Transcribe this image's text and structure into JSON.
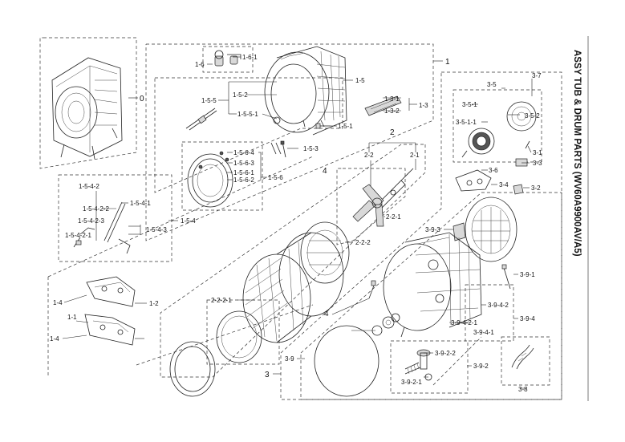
{
  "title": "ASSY TUB & DRUM PARTS (WV60A9900AV/A5)",
  "labels": {
    "l0": "0",
    "l1": "1",
    "l1_6": "1-6",
    "l1_6_1": "1-6-1",
    "l1_5": "1-5",
    "l1_5_5": "1-5-5",
    "l1_5_2": "1-5-2",
    "l1_5_5_1": "1-5-5-1",
    "l1_3_1": "1-3-1",
    "l1_3_2": "1-3-2",
    "l1_3": "1-3",
    "l1_5_1": "1-5-1",
    "l1_5_3": "1-5-3",
    "l4a": "4",
    "l1_5_6_4": "1-5-6-4",
    "l1_5_6_3": "1-5-6-3",
    "l1_5_6_1": "1-5-6-1",
    "l1_5_6_2": "1-5-6-2",
    "l1_5_6": "1-5-6",
    "l1_5_4_2": "1-5-4-2",
    "l1_5_4_2_2": "1-5-4-2-2",
    "l1_5_4_1": "1-5-4-1",
    "l1_5_4_2_3": "1-5-4-2-3",
    "l1_5_4_2_1": "1-5-4-2-1",
    "l1_5_4_3": "1-5-4-3",
    "l1_5_4": "1-5-4",
    "l1_4a": "1-4",
    "l1_2": "1-2",
    "l1_1": "1-1",
    "l1_4b": "1-4",
    "l2": "2",
    "l2_2": "2-2",
    "l2_1": "2-1",
    "l2_2_1": "2-2-1",
    "l2_2_2": "2-2-2",
    "l2_2_2_1": "2-2-2-1",
    "l3": "3",
    "l3_9": "3-9",
    "l3_5": "3-5",
    "l3_7": "3-7",
    "l3_5_1": "3-5-1",
    "l3_5_1_1": "3-5-1-1",
    "l3_5_2": "3-5-2",
    "l3_1": "3-1",
    "l3_3": "3-3",
    "l3_6": "3-6",
    "l3_4": "3-4",
    "l3_2": "3-2",
    "l3_9_3": "3-9-3",
    "l3_9_1": "3-9-1",
    "l4b": "4",
    "l3_9_4_2": "3-9-4-2",
    "l3_9_4": "3-9-4",
    "l3_9_4_2_1": "3-9-4-2-1",
    "l3_9_4_1": "3-9-4-1",
    "l3_9_2_2": "3-9-2-2",
    "l3_9_2": "3-9-2",
    "l3_9_2_1": "3-9-2-1",
    "l3_8": "3-8"
  }
}
